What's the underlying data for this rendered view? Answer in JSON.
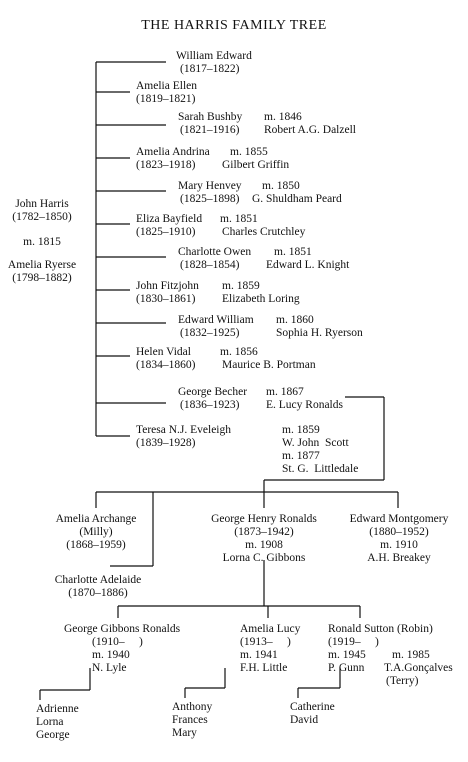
{
  "title": "THE HARRIS FAMILY TREE",
  "parents": {
    "father_name": "John Harris",
    "father_dates": "(1782–1850)",
    "marriage": "m. 1815",
    "mother_name": "Amelia Ryerse",
    "mother_dates": "(1798–1882)"
  },
  "children": [
    {
      "name": "William Edward",
      "dates": "(1817–1822)",
      "spouse": []
    },
    {
      "name": "Amelia Ellen",
      "dates": "(1819–1821)",
      "spouse": []
    },
    {
      "name": "Sarah Bushby",
      "dates": "(1821–1916)",
      "spouse": [
        "m. 1846",
        "Robert A.G. Dalzell"
      ]
    },
    {
      "name": "Amelia Andrina",
      "dates": "(1823–1918)",
      "spouse": [
        "m. 1855",
        "Gilbert Griffin"
      ]
    },
    {
      "name": "Mary Henvey",
      "dates": "(1825–1898)",
      "spouse": [
        "m. 1850",
        "G. Shuldham Peard"
      ]
    },
    {
      "name": "Eliza Bayfield",
      "dates": "(1825–1910)",
      "spouse": [
        "m. 1851",
        "Charles Crutchley"
      ]
    },
    {
      "name": "Charlotte Owen",
      "dates": "(1828–1854)",
      "spouse": [
        "m. 1851",
        "Edward L. Knight"
      ]
    },
    {
      "name": "John Fitzjohn",
      "dates": "(1830–1861)",
      "spouse": [
        "m. 1859",
        "Elizabeth Loring"
      ]
    },
    {
      "name": "Edward William",
      "dates": "(1832–1925)",
      "spouse": [
        "m. 1860",
        "Sophia H. Ryerson"
      ]
    },
    {
      "name": "Helen Vidal",
      "dates": "(1834–1860)",
      "spouse": [
        "m. 1856",
        "Maurice B. Portman"
      ]
    },
    {
      "name": "George Becher",
      "dates": "(1836–1923)",
      "spouse": [
        "m. 1867",
        "E. Lucy Ronalds"
      ]
    },
    {
      "name": "Teresa N.J. Eveleigh",
      "dates": "(1839–1928)",
      "spouse": [
        "m. 1859",
        "W. John  Scott",
        "m. 1877",
        "St. G.  Littledale"
      ]
    }
  ],
  "gen3": [
    {
      "lines": [
        "Amelia Archange",
        "(Milly)",
        "(1868–1959)"
      ]
    },
    {
      "lines": [
        "Charlotte Adelaide",
        "(1870–1886)"
      ]
    },
    {
      "lines": [
        "George Henry Ronalds",
        "(1873–1942)",
        "m. 1908",
        "Lorna C. Gibbons"
      ]
    },
    {
      "lines": [
        "Edward Montgomery",
        "(1880–1952)",
        "m. 1910",
        "A.H. Breakey"
      ]
    }
  ],
  "gen4": [
    {
      "lines": [
        "George Gibbons Ronalds",
        "(1910–     )",
        "m. 1940",
        "N. Lyle"
      ]
    },
    {
      "lines": [
        "Amelia Lucy",
        "(1913–     )",
        "m. 1941",
        "F.H. Little"
      ]
    },
    {
      "lines": [
        "Ronald Sutton (Robin)",
        "(1919–     )",
        "m. 1945",
        "P. Gunn"
      ]
    },
    {
      "lines": [
        "m. 1985",
        "T.A.Gonçalves",
        "(Terry)"
      ]
    }
  ],
  "gen5": [
    {
      "lines": [
        "Adrienne",
        "Lorna",
        "George"
      ]
    },
    {
      "lines": [
        "Anthony",
        "Frances",
        "Mary"
      ]
    },
    {
      "lines": [
        "Catherine",
        "David"
      ]
    }
  ]
}
